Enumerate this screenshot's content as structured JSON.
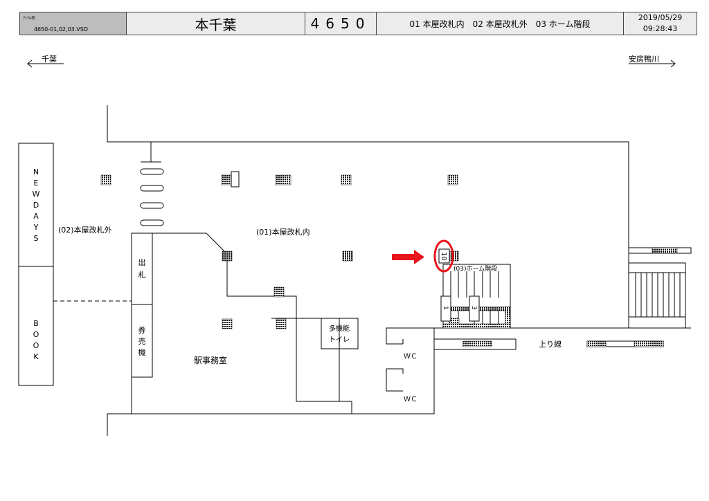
{
  "header": {
    "file_label": "ﾌｧｲﾙ名",
    "file_name": "4650-01,02,03.VSD",
    "station": "本千葉",
    "code": "4650",
    "description": "01 本屋改札内　02 本屋改札外　03 ホーム階段",
    "date": "2019/05/29",
    "time": "09:28:43"
  },
  "directions": {
    "left": "千葉",
    "right": "安房鴨川"
  },
  "labels": {
    "shop1": [
      "N",
      "E",
      "W",
      "D",
      "A",
      "Y",
      "S"
    ],
    "shop2": [
      "B",
      "O",
      "O",
      "K"
    ],
    "outside_gate": "(02)本屋改札外",
    "inside_gate": "(01)本屋改札内",
    "platform_stairs": "(03)ホーム階段",
    "ticket_office": [
      "出",
      "札"
    ],
    "ticket_machine": [
      "券",
      "売",
      "機"
    ],
    "station_office": "駅事務室",
    "toilet": [
      "多機能",
      "トイレ"
    ],
    "wc1": "ＷＣ",
    "wc2": "ＷＣ",
    "track": "上り線",
    "marker": "10",
    "stair1": "1",
    "stair3": "3"
  },
  "colors": {
    "highlight": "#e8141b"
  }
}
